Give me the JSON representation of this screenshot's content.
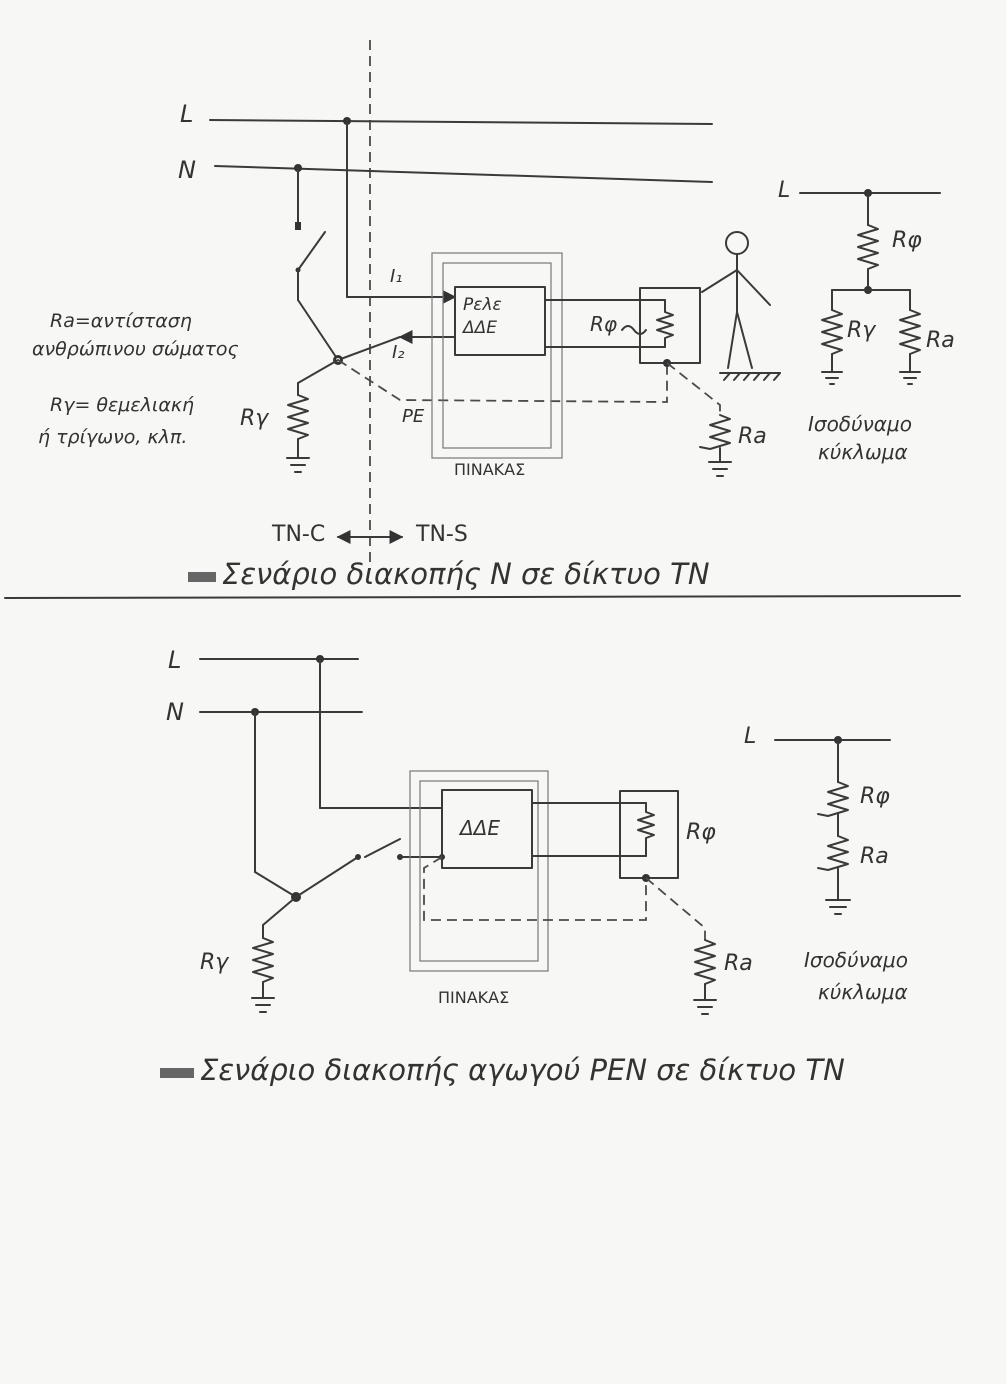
{
  "page": {
    "background": "#f7f7f5",
    "ink": "#333333"
  },
  "top": {
    "L": "L",
    "N": "N",
    "I1": "I₁",
    "I2": "I₂",
    "relay_line1": "Ρελε",
    "relay_line2": "ΔΔΕ",
    "R_phi": "Rφ",
    "PE": "PE",
    "R_g": "Rγ",
    "R_a": "Ra",
    "panel": "ΠΙΝΑΚΑΣ",
    "note_ra_1": "Ra=αντίσταση",
    "note_ra_2": "ανθρώπινου σώματος",
    "note_rg_1": "Rγ= θεμελιακή",
    "note_rg_2": "ή τρίγωνο, κλπ.",
    "tn_c": "TN-C",
    "tn_s": "TN-S",
    "eq_L": "L",
    "eq_R_phi": "Rφ",
    "eq_R_g": "Rγ",
    "eq_R_a": "Ra",
    "eq_label_1": "Ισοδύναμο",
    "eq_label_2": "κύκλωμα",
    "caption": "Σενάριο διακοπής N σε δίκτυο TN"
  },
  "bottom": {
    "L": "L",
    "N": "N",
    "dde": "ΔΔΕ",
    "R_phi": "Rφ",
    "R_g": "Rγ",
    "R_a": "Ra",
    "panel": "ΠΙΝΑΚΑΣ",
    "eq_L": "L",
    "eq_R_phi": "Rφ",
    "eq_R_a": "Ra",
    "eq_label_1": "Ισοδύναμο",
    "eq_label_2": "κύκλωμα",
    "caption": "Σενάριο διακοπής αγωγού PEN σε δίκτυο TN"
  }
}
